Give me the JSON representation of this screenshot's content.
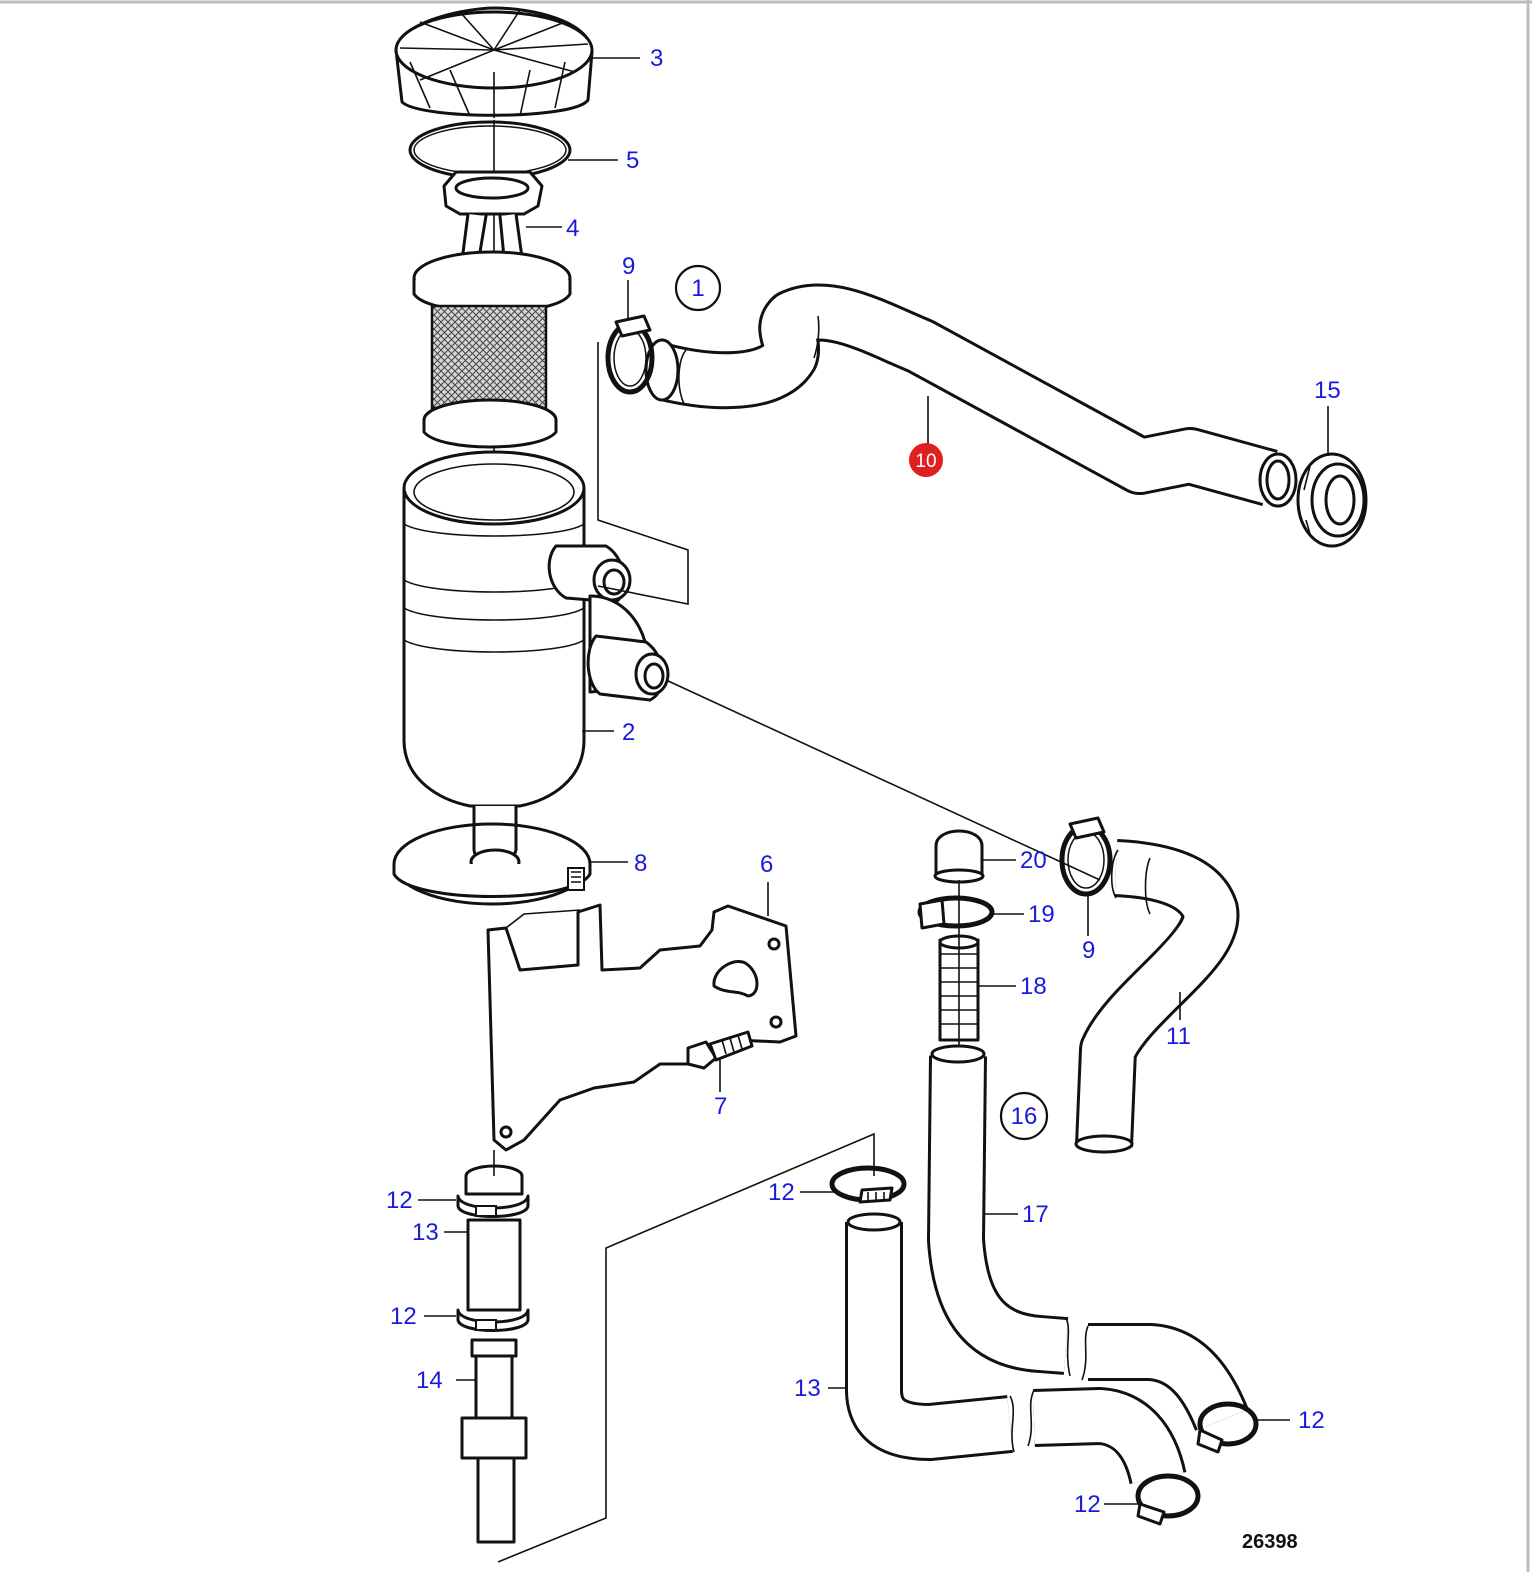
{
  "colors": {
    "label": "#1a1adc",
    "highlight": "#e02020",
    "line": "#111111",
    "frame": "#bdbdbd"
  },
  "labels": {
    "p1": "1",
    "p2": "2",
    "p3": "3",
    "p4": "4",
    "p5": "5",
    "p6": "6",
    "p7": "7",
    "p8": "8",
    "p9a": "9",
    "p9b": "9",
    "p10": "10",
    "p11": "11",
    "p12a": "12",
    "p12b": "12",
    "p12c": "12",
    "p12d": "12",
    "p12e": "12",
    "p13a": "13",
    "p13b": "13",
    "p14": "14",
    "p15": "15",
    "p16": "16",
    "p17": "17",
    "p18": "18",
    "p19": "19",
    "p20": "20"
  },
  "drawing_number": "26398"
}
